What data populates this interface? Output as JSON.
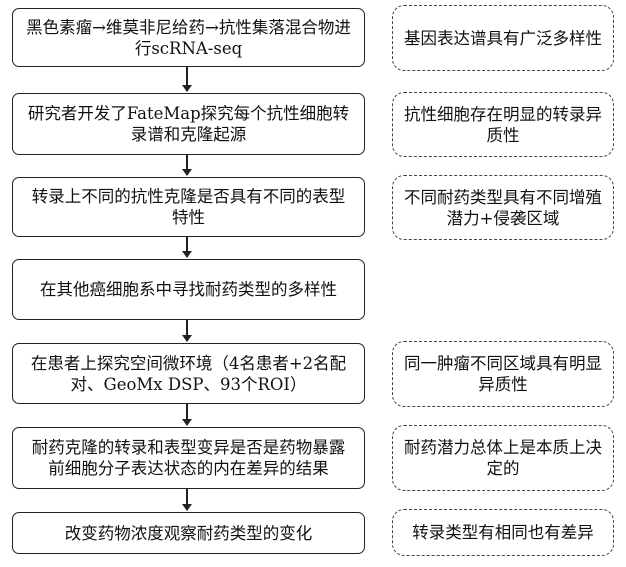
{
  "steps": [
    "黑色素瘤→维莫非尼给药→抗性集落混合物进行scRNA-seq",
    "研究者开发了FateMap探究每个抗性细胞转录谱和克隆起源",
    "转录上不同的抗性克隆是否具有不同的表型特性",
    "在其他癌细胞系中寻找耐药类型的多样性",
    "在患者上探究空间微环境（4名患者+2名配对、GeoMx DSP、93个ROI）",
    "耐药克隆的转录和表型变异是否是药物暴露前细胞分子表达状态的内在差异的结果",
    "改变药物浓度观察耐药类型的变化"
  ],
  "findings": [
    "基因表达谱具有广泛多样性",
    "抗性细胞存在明显的转录异质性",
    "不同耐药类型具有不同增殖潜力+侵袭区域",
    "同一肿瘤不同区域具有明显异质性",
    "耐药潜力总体上是本质上决定的",
    "转录类型有相同也有差异"
  ]
}
